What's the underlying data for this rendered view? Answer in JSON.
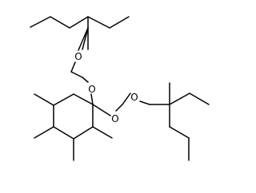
{
  "molecule": {
    "atom_labels": {
      "o1": "O",
      "o2": "O",
      "o3": "O",
      "o4": "O"
    },
    "colors": {
      "bond": "#000000",
      "background": "#ffffff"
    }
  }
}
